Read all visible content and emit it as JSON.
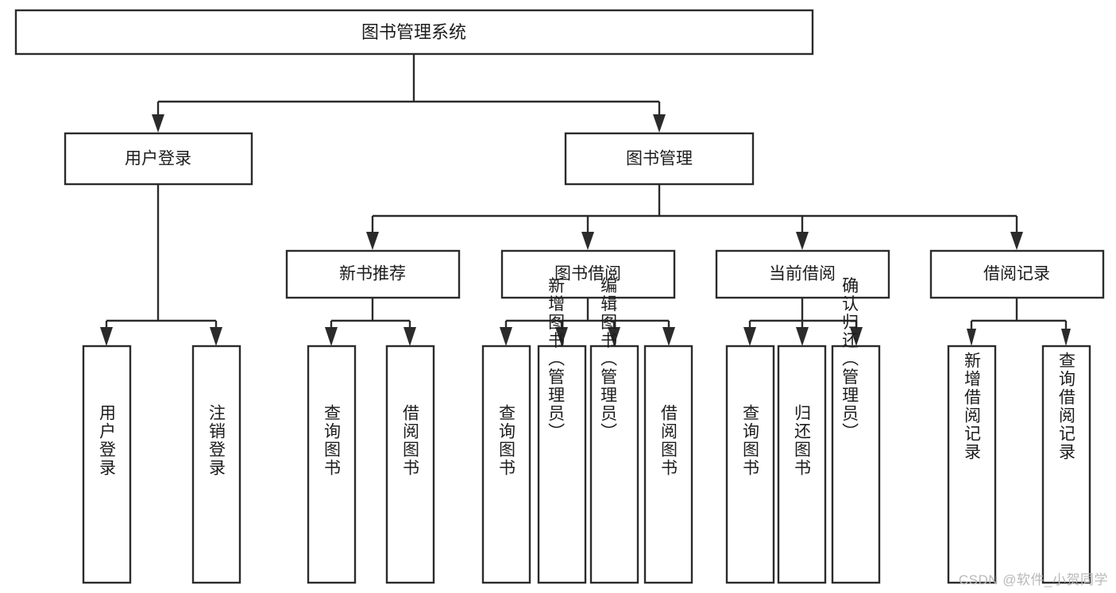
{
  "diagram": {
    "title": "图书管理系统",
    "type": "tree-hierarchy-diagram",
    "watermark": "CSDN @软件_小贺同学",
    "colors": {
      "stroke": "#2b2b2b",
      "fill": "#ffffff",
      "text": "#1c1c1c",
      "watermark": "#b9b9b9"
    },
    "root": {
      "label": "图书管理系统"
    },
    "level2": [
      {
        "label": "用户登录"
      },
      {
        "label": "图书管理"
      }
    ],
    "level3": [
      {
        "label": "新书推荐"
      },
      {
        "label": "图书借阅"
      },
      {
        "label": "当前借阅"
      },
      {
        "label": "借阅记录"
      }
    ],
    "leaves": {
      "user_login": [
        {
          "label": "用户登录"
        },
        {
          "label": "注销登录"
        }
      ],
      "new_book_recommend": [
        {
          "label": "查询图书"
        },
        {
          "label": "借阅图书"
        }
      ],
      "book_borrow": [
        {
          "label": "查询图书"
        },
        {
          "label": "新增图书（管理员）"
        },
        {
          "label": "编辑图书（管理员）"
        },
        {
          "label": "借阅图书"
        }
      ],
      "current_borrow": [
        {
          "label": "查询图书"
        },
        {
          "label": "归还图书"
        },
        {
          "label": "确认归还（管理员）"
        }
      ],
      "borrow_record": [
        {
          "label": "新增借阅记录"
        },
        {
          "label": "查询借阅记录"
        }
      ]
    }
  }
}
